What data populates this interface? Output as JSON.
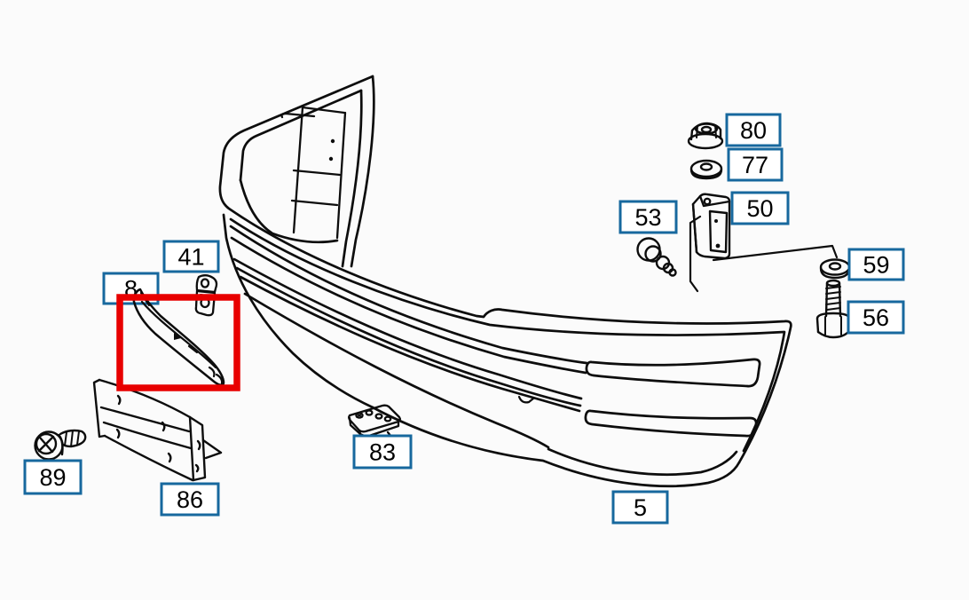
{
  "diagram": {
    "callouts": [
      {
        "part": "80"
      },
      {
        "part": "77"
      },
      {
        "part": "53"
      },
      {
        "part": "50"
      },
      {
        "part": "59"
      },
      {
        "part": "56"
      },
      {
        "part": "41"
      },
      {
        "part": "8"
      },
      {
        "part": "89"
      },
      {
        "part": "86"
      },
      {
        "part": "83"
      },
      {
        "part": "5"
      }
    ],
    "highlighted_part": "8"
  },
  "colors": {
    "background": "#fbfbfb",
    "line_art": "#0d0d0d",
    "callout_border": "#17689e",
    "callout_background": "#ffffff",
    "callout_text": "#000000",
    "highlight": "#e80000"
  }
}
